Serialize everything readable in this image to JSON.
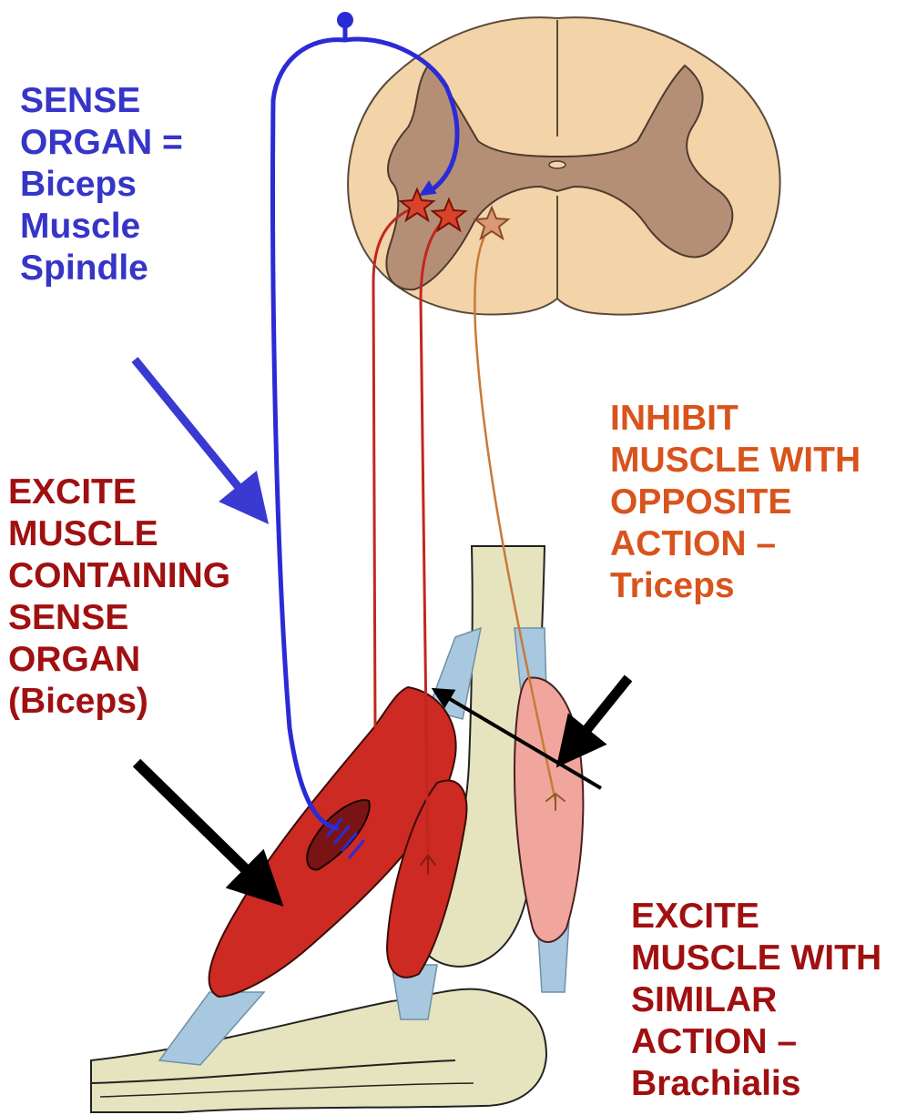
{
  "labels": {
    "sense_organ": [
      "SENSE",
      "ORGAN =",
      "Biceps",
      "Muscle",
      "Spindle"
    ],
    "excite_containing": [
      "EXCITE",
      "MUSCLE",
      "CONTAINING",
      "SENSE",
      "ORGAN",
      "(Biceps)"
    ],
    "inhibit_opposite": [
      "INHIBIT",
      "MUSCLE WITH",
      "OPPOSITE",
      "ACTION –",
      "Triceps"
    ],
    "excite_similar": [
      "EXCITE",
      "MUSCLE WITH",
      "SIMILAR",
      "ACTION –",
      "Brachialis"
    ]
  },
  "colors": {
    "sensory_neuron": "#2b2bd6",
    "motor_neuron": "#c0281e",
    "inhibitory_neuron": "#c87a3a",
    "label_blue": "#3535c8",
    "label_dark_red": "#a01010",
    "label_orange": "#d9531c",
    "spinal_white_matter": "#f3d3a8",
    "spinal_gray_matter": "#b48f76",
    "bone": "#e6e4be",
    "biceps": "#cc2a22",
    "triceps": "#f0a69c",
    "tendon": "#a8c8df"
  }
}
